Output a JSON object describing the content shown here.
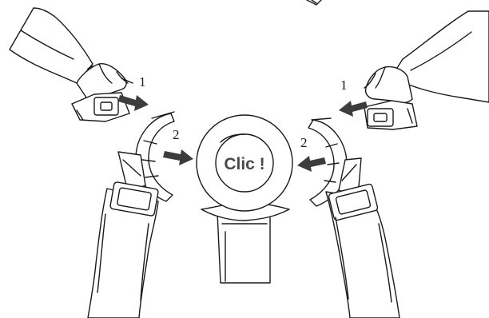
{
  "labels": {
    "step_1": "1",
    "step_2": "2",
    "clic": "Clic !"
  },
  "colors": {
    "ink": "#1a1a1a",
    "arrow": "#3c3c3c",
    "clic_text": "#4a4a4a",
    "background": "#ffffff"
  }
}
